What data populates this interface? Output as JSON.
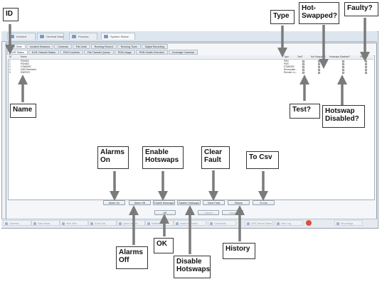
{
  "window": {
    "top_tabs": [
      "Incident Dispatching",
      "General Data",
      "Process Types",
      "System Status"
    ]
  },
  "dialog": {
    "tabs_row1": [
      "Rec Store",
      "Incident Sessions",
      "Cameras",
      "File Units",
      "Running Record",
      "Running Tours",
      "Digital Recording"
    ],
    "tabs_row2": [
      "DVR Status",
      "DVR Channel Status",
      "PDN Contents",
      "File Transfer Queue",
      "PDN Usage",
      "PDN Health Overview",
      "Coverage Cameras"
    ],
    "grid": {
      "columns": [
        "ID",
        "Name",
        "Type",
        "Test?",
        "Hot Swapped?",
        "Hotswaps Disabled?",
        "Faulty?"
      ],
      "rows": [
        {
          "id": "1",
          "name": "PDN001",
          "type": "PDN"
        },
        {
          "id": "2",
          "name": "PDN002",
          "type": "PDN"
        },
        {
          "id": "3",
          "name": "STANDBY",
          "type": "STANDBY"
        },
        {
          "id": "4",
          "name": "USB Restricted",
          "type": "Removable..."
        },
        {
          "id": "5",
          "name": "ENERGY",
          "type": "Remote Lo..."
        }
      ]
    },
    "buttons": {
      "alarms_on": "Alarm On",
      "alarms_off": "Alarm Off",
      "enable_hotswaps": "Enable Hotswaps",
      "disable_hotswaps": "Disable Hotswaps",
      "clear_fault": "Clear Fault",
      "history": "History",
      "to_csv": "To Csv",
      "ok": "OK",
      "cancel": "Cancel",
      "apply": "Apply"
    }
  },
  "taskbar": {
    "items": [
      "Cameras",
      "Data Views",
      "New View",
      "Audit Trail",
      "Quick Search",
      "Notifications",
      "Incident Window",
      "Comments",
      "GPS Device Status",
      "User Log",
      "Recordings"
    ]
  },
  "callouts": {
    "id": "ID",
    "type": "Type",
    "hot_swapped": "Hot-\nSwapped?",
    "faulty": "Faulty?",
    "name": "Name",
    "test": "Test?",
    "hotswap_disabled": "Hotswap\nDisabled?",
    "alarms_on": "Alarms\nOn",
    "enable_hotswaps": "Enable\nHotswaps",
    "clear_fault": "Clear\nFault",
    "to_csv": "To Csv",
    "alarms_off": "Alarms\nOff",
    "ok": "OK",
    "disable_hotswaps": "Disable\nHotswaps",
    "history": "History"
  },
  "colors": {
    "arrow": "#7b7b7b",
    "callout_border": "#333333"
  }
}
